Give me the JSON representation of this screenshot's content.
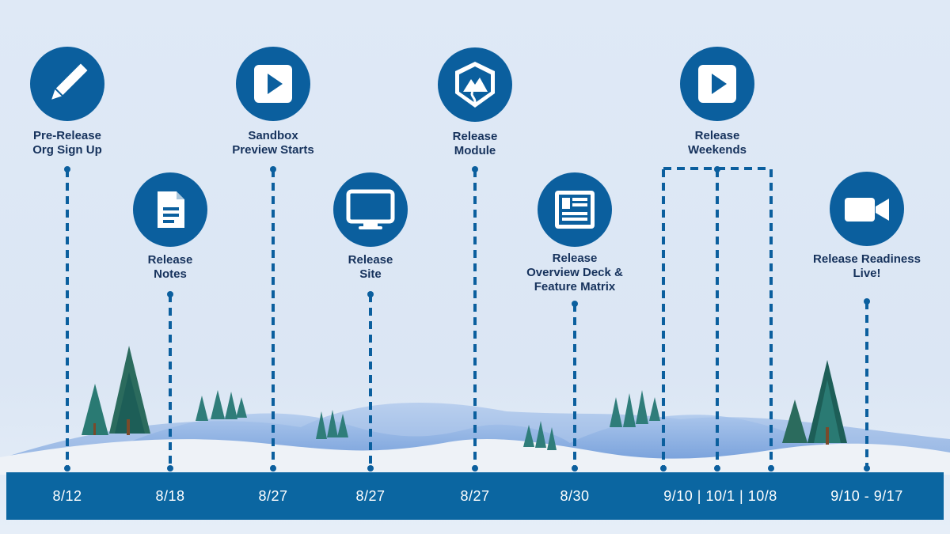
{
  "milestones": [
    {
      "label": "Pre-Release\nOrg Sign Up",
      "icon": "pencil-icon"
    },
    {
      "label": "Release\nNotes",
      "icon": "document-icon"
    },
    {
      "label": "Sandbox\nPreview Starts",
      "icon": "play-icon"
    },
    {
      "label": "Release\nSite",
      "icon": "monitor-icon"
    },
    {
      "label": "Release\nModule",
      "icon": "trailhead-badge-icon"
    },
    {
      "label": "Release\nOverview Deck &\nFeature Matrix",
      "icon": "newsletter-icon"
    },
    {
      "label": "Release\nWeekends",
      "icon": "play-icon"
    },
    {
      "label": "Release Readiness\nLive!",
      "icon": "video-camera-icon"
    }
  ],
  "dates": [
    "8/12",
    "8/18",
    "8/27",
    "8/27",
    "8/27",
    "8/30",
    "9/10 | 10/1 | 10/8",
    "9/10 - 9/17"
  ],
  "colors": {
    "primary": "#0b5f9e",
    "bar": "#0b66a1",
    "text": "#16325c",
    "background": "#dde7f4"
  }
}
